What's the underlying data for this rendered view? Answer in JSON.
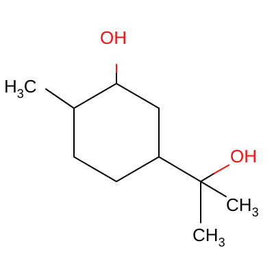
{
  "molecule": {
    "colors": {
      "carbon": "#000000",
      "oxygen": "#ff0d0d"
    },
    "labels": {
      "oh_top": {
        "main": "OH"
      },
      "oh_right": {
        "main": "OH"
      },
      "methyl_left": {
        "main": "H",
        "sub": "3",
        "tail": "C"
      },
      "methyl_right_top": {
        "main": "CH",
        "sub": "3"
      },
      "methyl_right_bottom": {
        "main": "CH",
        "sub": "3"
      }
    }
  }
}
